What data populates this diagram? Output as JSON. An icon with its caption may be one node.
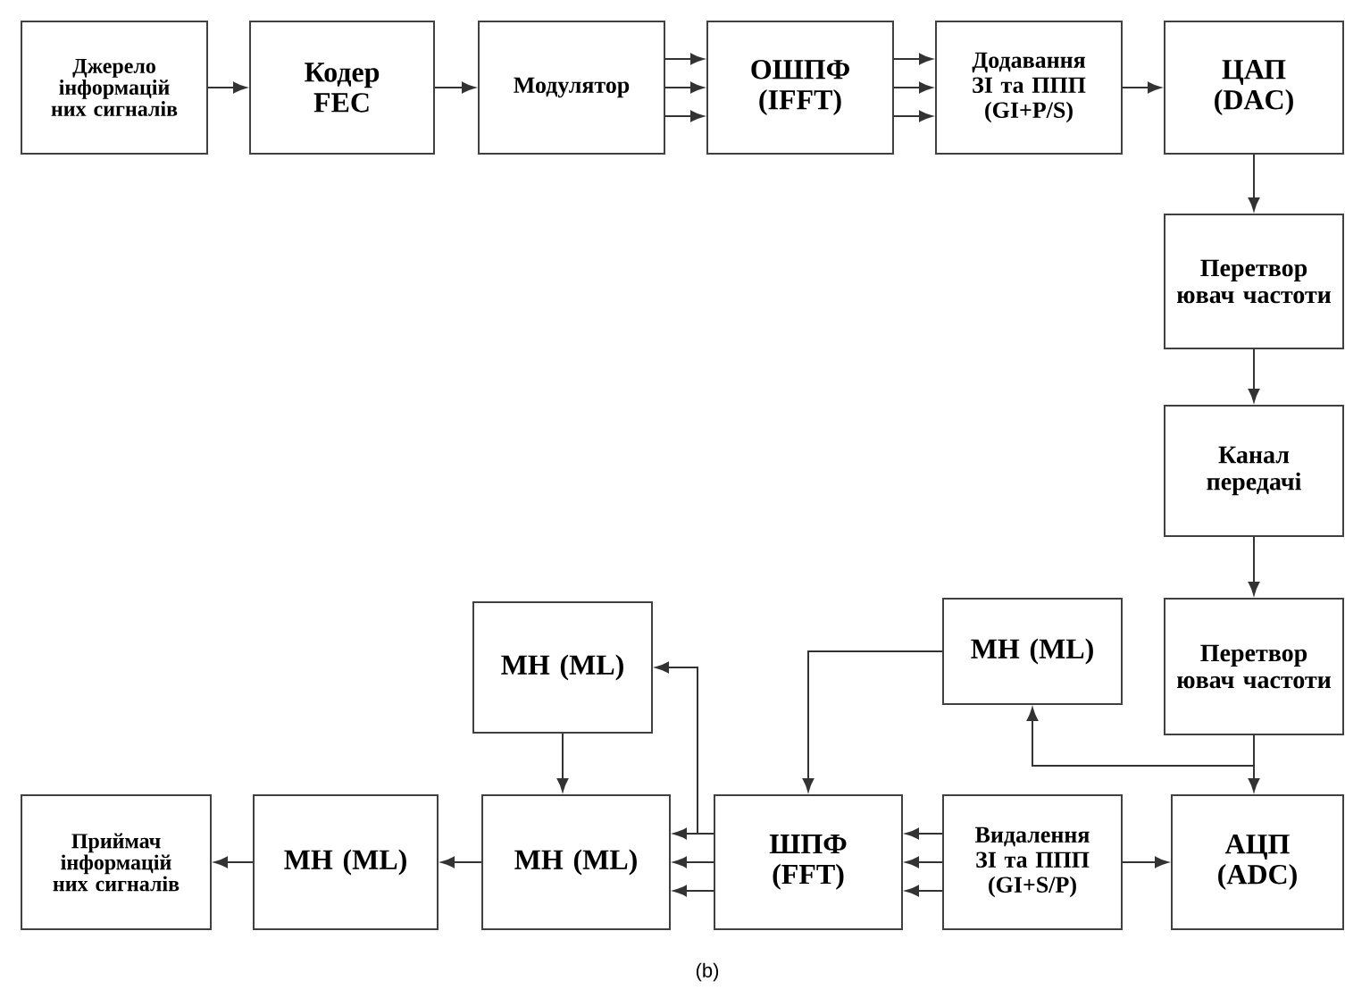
{
  "diagram": {
    "nodes": [
      {
        "text": [
          "Джерело інформацій них сигналів"
        ]
      },
      {
        "text": [
          "Кодер FEC"
        ]
      },
      {
        "text": [
          "Модулятор"
        ]
      },
      {
        "text": [
          "ОШПФ (IFFT)"
        ]
      },
      {
        "text": [
          "Додавання ЗІ та ППП (GI+P/S)"
        ]
      },
      {
        "text": [
          "ЦАП (DAC)"
        ]
      },
      {
        "text": [
          "Перетвор ювач частоти"
        ]
      },
      {
        "text": [
          "Канал передачі"
        ]
      },
      {
        "text": [
          "Перетвор ювач частоти"
        ]
      },
      {
        "text": [
          "МН (ML)"
        ]
      },
      {
        "text": [
          "МН (ML)"
        ]
      },
      {
        "text": [
          "Приймач інформацій них сигналів"
        ]
      },
      {
        "text": [
          "МН (ML)"
        ]
      },
      {
        "text": [
          "МН (ML)"
        ]
      },
      {
        "text": [
          "ШПФ (FFT)"
        ]
      },
      {
        "text": [
          "Видалення ЗІ та ППП (GI+S/P)"
        ]
      },
      {
        "text": [
          "АЦП (ADC)"
        ]
      }
    ],
    "edges": [
      {
        "from": 0,
        "to": 1,
        "arrow": "to"
      },
      {
        "from": 1,
        "to": 2,
        "arrow": "to"
      },
      {
        "from": 2,
        "to": 3,
        "arrow": "to"
      },
      {
        "from": 2,
        "to": 3,
        "arrow": "to"
      },
      {
        "from": 2,
        "to": 3,
        "arrow": "to"
      },
      {
        "from": 3,
        "to": 4,
        "arrow": "to"
      },
      {
        "from": 3,
        "to": 4,
        "arrow": "to"
      },
      {
        "from": 3,
        "to": 4,
        "arrow": "to"
      },
      {
        "from": 4,
        "to": 5,
        "arrow": "to"
      },
      {
        "from": 5,
        "to": 6,
        "arrow": "to"
      },
      {
        "from": 6,
        "to": 7,
        "arrow": "to"
      },
      {
        "from": 7,
        "to": 8,
        "arrow": "to"
      },
      {
        "from": 8,
        "to": 16,
        "arrow": "to"
      },
      {
        "from": 8,
        "to": 9,
        "arrow": "to"
      },
      {
        "from": 9,
        "to": 14,
        "arrow": "to"
      },
      {
        "from": 15,
        "to": 14,
        "arrow": "to"
      },
      {
        "from": 15,
        "to": 14,
        "arrow": "to"
      },
      {
        "from": 15,
        "to": 14,
        "arrow": "to"
      },
      {
        "from": 15,
        "to": 16,
        "arrow": "to"
      },
      {
        "from": 14,
        "to": 13,
        "arrow": "to"
      },
      {
        "from": 14,
        "to": 13,
        "arrow": "to"
      },
      {
        "from": 14,
        "to": 13,
        "arrow": "to"
      },
      {
        "from": 14,
        "to": 10,
        "arrow": "to"
      },
      {
        "from": 10,
        "to": 13,
        "arrow": "to"
      },
      {
        "from": 13,
        "to": 12,
        "arrow": "to"
      },
      {
        "from": 12,
        "to": 11,
        "arrow": "to"
      }
    ],
    "labels": [
      "(b)"
    ]
  }
}
